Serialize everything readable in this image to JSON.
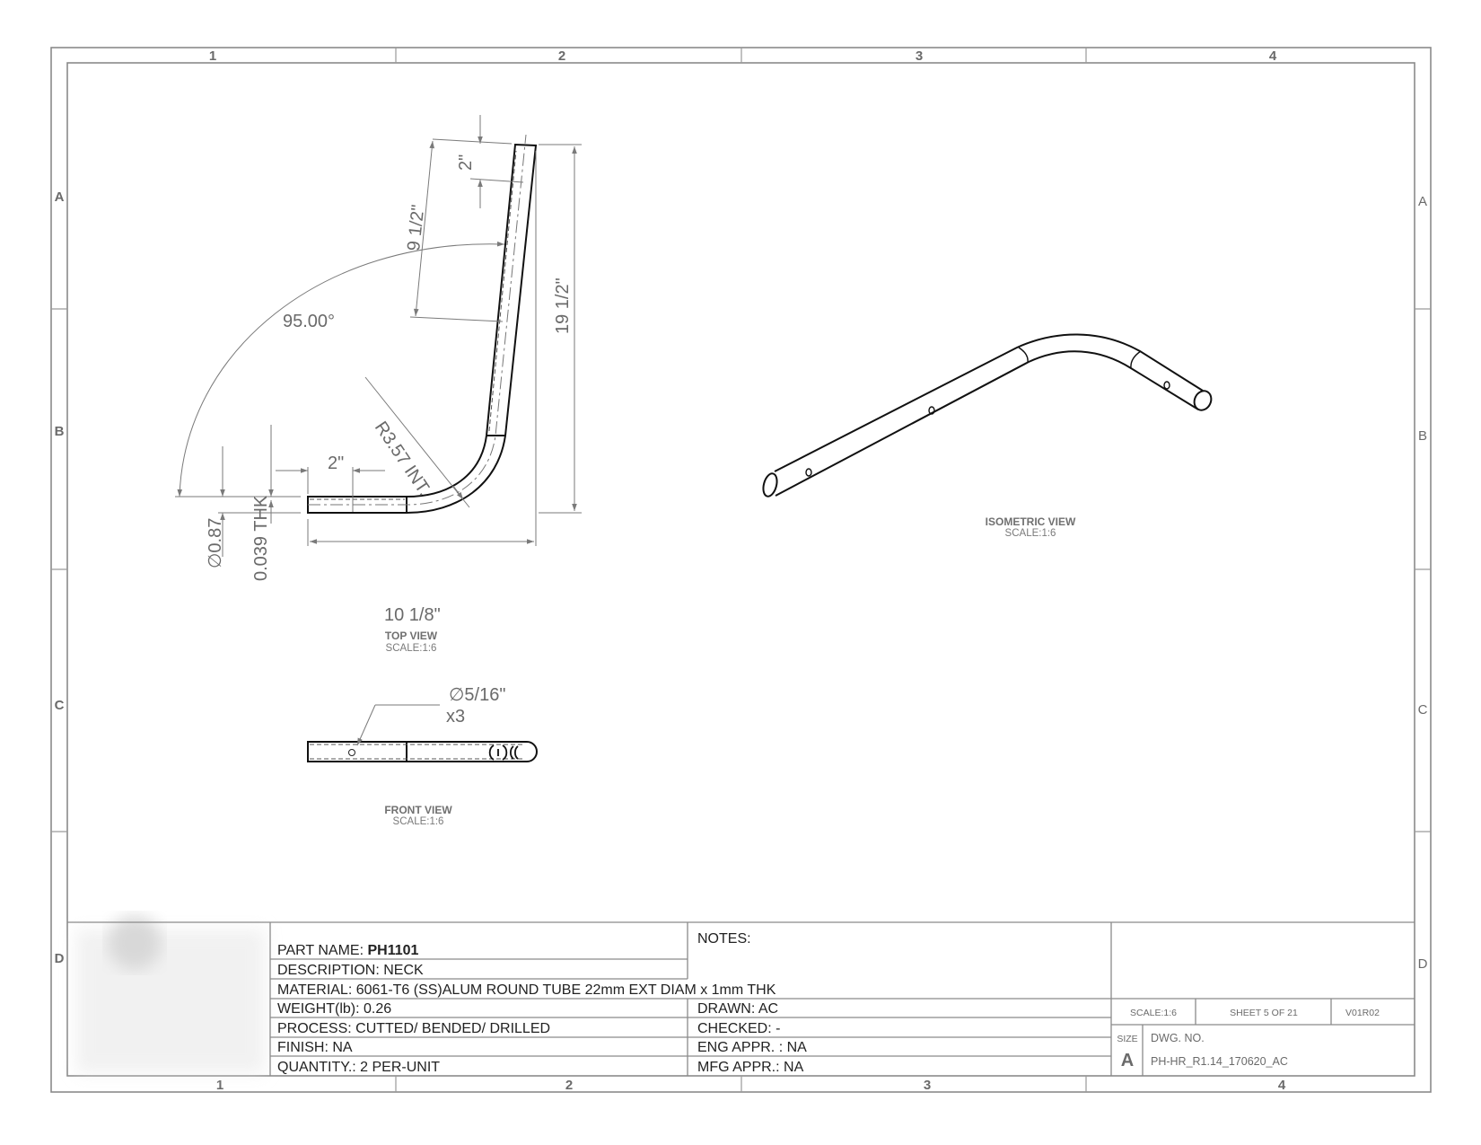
{
  "sheet": {
    "zone_columns": [
      "1",
      "2",
      "3",
      "4"
    ],
    "zone_rows": [
      "A",
      "B",
      "C",
      "D"
    ]
  },
  "top_view": {
    "title": "TOP VIEW",
    "scale": "SCALE:1:6",
    "dims": {
      "top_offset": "2\"",
      "hole_spacing": "9 1/2\"",
      "angle": "95.00°",
      "overall_height": "19 1/2\"",
      "bend_radius": "R3.57 INT.",
      "diameter": "∅0.87",
      "thickness": "0.039 THK",
      "end_offset": "2\"",
      "overall_width": "10 1/8\""
    }
  },
  "front_view": {
    "title": "FRONT VIEW",
    "scale": "SCALE:1:6",
    "hole_callout": "∅5/16\"",
    "hole_count": "x3"
  },
  "iso_view": {
    "title": "ISOMETRIC VIEW",
    "scale": "SCALE:1:6"
  },
  "title_block": {
    "part_name_label": "PART NAME: ",
    "part_name": "PH1101",
    "description": "DESCRIPTION: NECK",
    "material": "MATERIAL: 6061-T6 (SS)ALUM ROUND TUBE 22mm EXT DIAM x 1mm THK",
    "weight": "WEIGHT(lb): 0.26",
    "process": "PROCESS: CUTTED/ BENDED/ DRILLED",
    "finish": "FINISH: NA",
    "quantity": "QUANTITY.: 2 PER-UNIT",
    "notes_label": "NOTES:",
    "drawn": "DRAWN: AC",
    "checked": "CHECKED: -",
    "eng_appr": "ENG APPR. : NA",
    "mfg_appr": "MFG APPR.: NA",
    "scale": "SCALE:1:6",
    "sheet": "SHEET 5 OF 21",
    "revision": "V01R02",
    "size_label": "SIZE",
    "size": "A",
    "dwg_no_label": "DWG.  NO.",
    "dwg_no": "PH-HR_R1.14_170620_AC"
  }
}
